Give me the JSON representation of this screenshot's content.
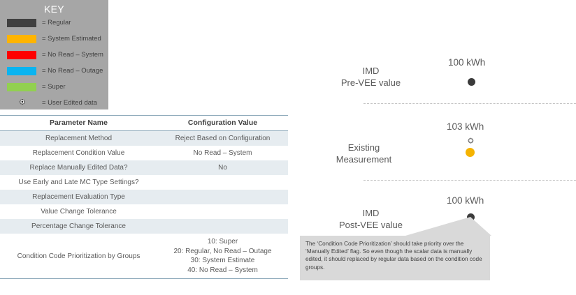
{
  "key": {
    "title": "KEY",
    "items": [
      {
        "color": "#404040",
        "label": "= Regular",
        "icon": "color-swatch"
      },
      {
        "color": "#ffb400",
        "label": "= System Estimated",
        "icon": "color-swatch"
      },
      {
        "color": "#ff0000",
        "label": "= No Read – System",
        "icon": "color-swatch"
      },
      {
        "color": "#0ab4f0",
        "label": "= No Read – Outage",
        "icon": "color-swatch"
      },
      {
        "color": "#92d050",
        "label": "= Super",
        "icon": "color-swatch"
      },
      {
        "color": "#ffffff",
        "label": "= User Edited data",
        "icon": "gear-icon"
      }
    ],
    "background": "#a6a6a6"
  },
  "table": {
    "headers": [
      "Parameter Name",
      "Configuration Value"
    ],
    "rows": [
      {
        "name": "Replacement Method",
        "value": "Reject Based on Configuration"
      },
      {
        "name": "Replacement Condition Value",
        "value": "No Read – System"
      },
      {
        "name": "Replace Manually Edited Data?",
        "value": "No"
      },
      {
        "name": "Use Early and Late MC Type Settings?",
        "value": ""
      },
      {
        "name": "Replacement Evaluation Type",
        "value": ""
      },
      {
        "name": "Value Change Tolerance",
        "value": ""
      },
      {
        "name": "Percentage Change Tolerance",
        "value": ""
      },
      {
        "name": "Condition Code Prioritization by Groups",
        "value": "10: Super\n20: Regular, No Read – Outage\n30: System Estimate\n40: No Read – System"
      }
    ]
  },
  "diagram": {
    "stages": [
      {
        "label": "IMD\nPre-VEE value",
        "value_label": "100 kWh",
        "marker_color": "#3b3b3b",
        "marker_type": "dot",
        "edited": false
      },
      {
        "label": "Existing\nMeasurement",
        "value_label": "103 kWh",
        "marker_color": "#f5b301",
        "marker_type": "dot",
        "edited": true
      },
      {
        "label": "IMD\nPost-VEE value",
        "value_label": "100 kWh",
        "marker_color": "#3b3b3b",
        "marker_type": "dot",
        "edited": false
      }
    ],
    "callout": {
      "text": "The ‘Condition Code Prioritization’ should take priority over the ‘Manually Edited’ flag.  So even though the scalar data is manually edited, it should replaced by regular data based on the condition code groups.",
      "background": "#d9d9d9"
    }
  }
}
